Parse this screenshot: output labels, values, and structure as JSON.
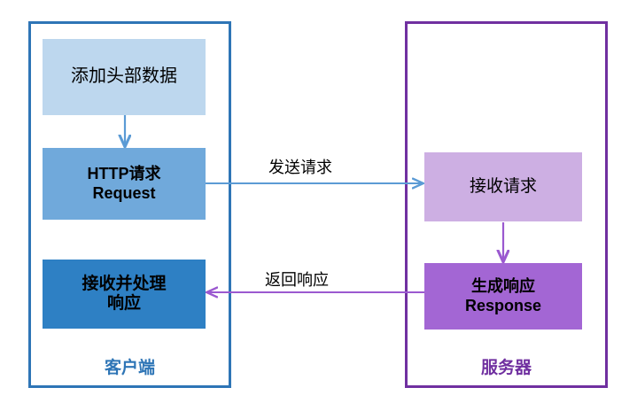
{
  "diagram": {
    "title_present": false,
    "colors": {
      "client_border": "#2E75B6",
      "server_border": "#7030A0",
      "box_add_header": "#BDD7EE",
      "box_http_request": "#70A9DB",
      "box_receive_process": "#2E80C4",
      "box_receive_request": "#CDAFE3",
      "box_generate_response": "#A366D4",
      "arrow_blue": "#5B9BD5",
      "arrow_purple": "#9B59D0",
      "text_dark": "#000000",
      "background": "#FFFFFF"
    },
    "client": {
      "zone_label": "客户端",
      "boxes": [
        {
          "id": "add-header",
          "line1": "添加头部数据",
          "line2": ""
        },
        {
          "id": "http-request",
          "line1": "HTTP请求",
          "line2": "Request"
        },
        {
          "id": "receive-process",
          "line1": "接收并处理",
          "line2": "响应"
        }
      ]
    },
    "server": {
      "zone_label": "服务器",
      "boxes": [
        {
          "id": "receive-request",
          "line1": "接收请求",
          "line2": ""
        },
        {
          "id": "generate-response",
          "line1": "生成响应",
          "line2": "Response"
        }
      ]
    },
    "connectors": [
      {
        "id": "client-down",
        "label": "",
        "from": "add-header",
        "to": "http-request",
        "color": "#5B9BD5",
        "direction": "down"
      },
      {
        "id": "send-request",
        "label": "发送请求",
        "from": "http-request",
        "to": "receive-request",
        "color": "#5B9BD5",
        "direction": "right"
      },
      {
        "id": "server-down",
        "label": "",
        "from": "receive-request",
        "to": "generate-response",
        "color": "#9B59D0",
        "direction": "down"
      },
      {
        "id": "return-response",
        "label": "返回响应",
        "from": "generate-response",
        "to": "receive-process",
        "color": "#9B59D0",
        "direction": "left"
      }
    ]
  }
}
